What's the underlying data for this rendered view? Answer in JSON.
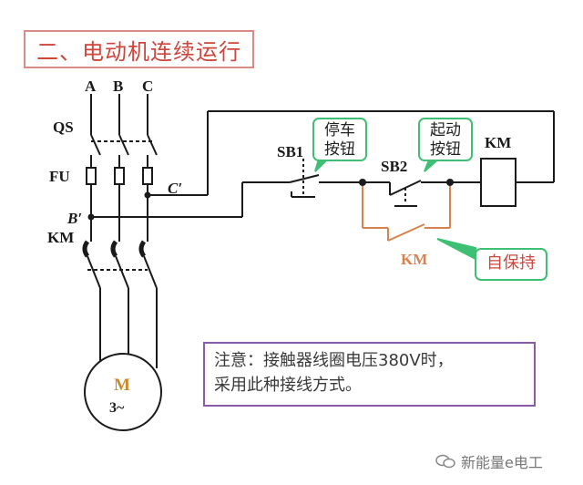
{
  "title": "二、电动机连续运行",
  "labels": {
    "phase_a": "A",
    "phase_b": "B",
    "phase_c": "C",
    "qs": "QS",
    "fu": "FU",
    "km_main": "KM",
    "c_prime": "C′",
    "b_prime": "B′",
    "sb1": "SB1",
    "sb2": "SB2",
    "km_coil": "KM",
    "km_hold": "KM",
    "motor_m": "M",
    "motor_phase": "3~"
  },
  "callouts": {
    "stop_line1": "停车",
    "stop_line2": "按钮",
    "start_line1": "起动",
    "start_line2": "按钮",
    "self_hold": "自保持"
  },
  "note": {
    "line1": "注意：接触器线圈电压380V时，",
    "line2": "采用此种接线方式。"
  },
  "watermark": "新能量e电工",
  "colors": {
    "wire": "#1a1a1a",
    "hold_branch": "#d9824e",
    "title_border": "#d98b86",
    "title_text": "#d0453c",
    "callout_border": "#3fbf73",
    "note_border": "#8a5aa6"
  }
}
